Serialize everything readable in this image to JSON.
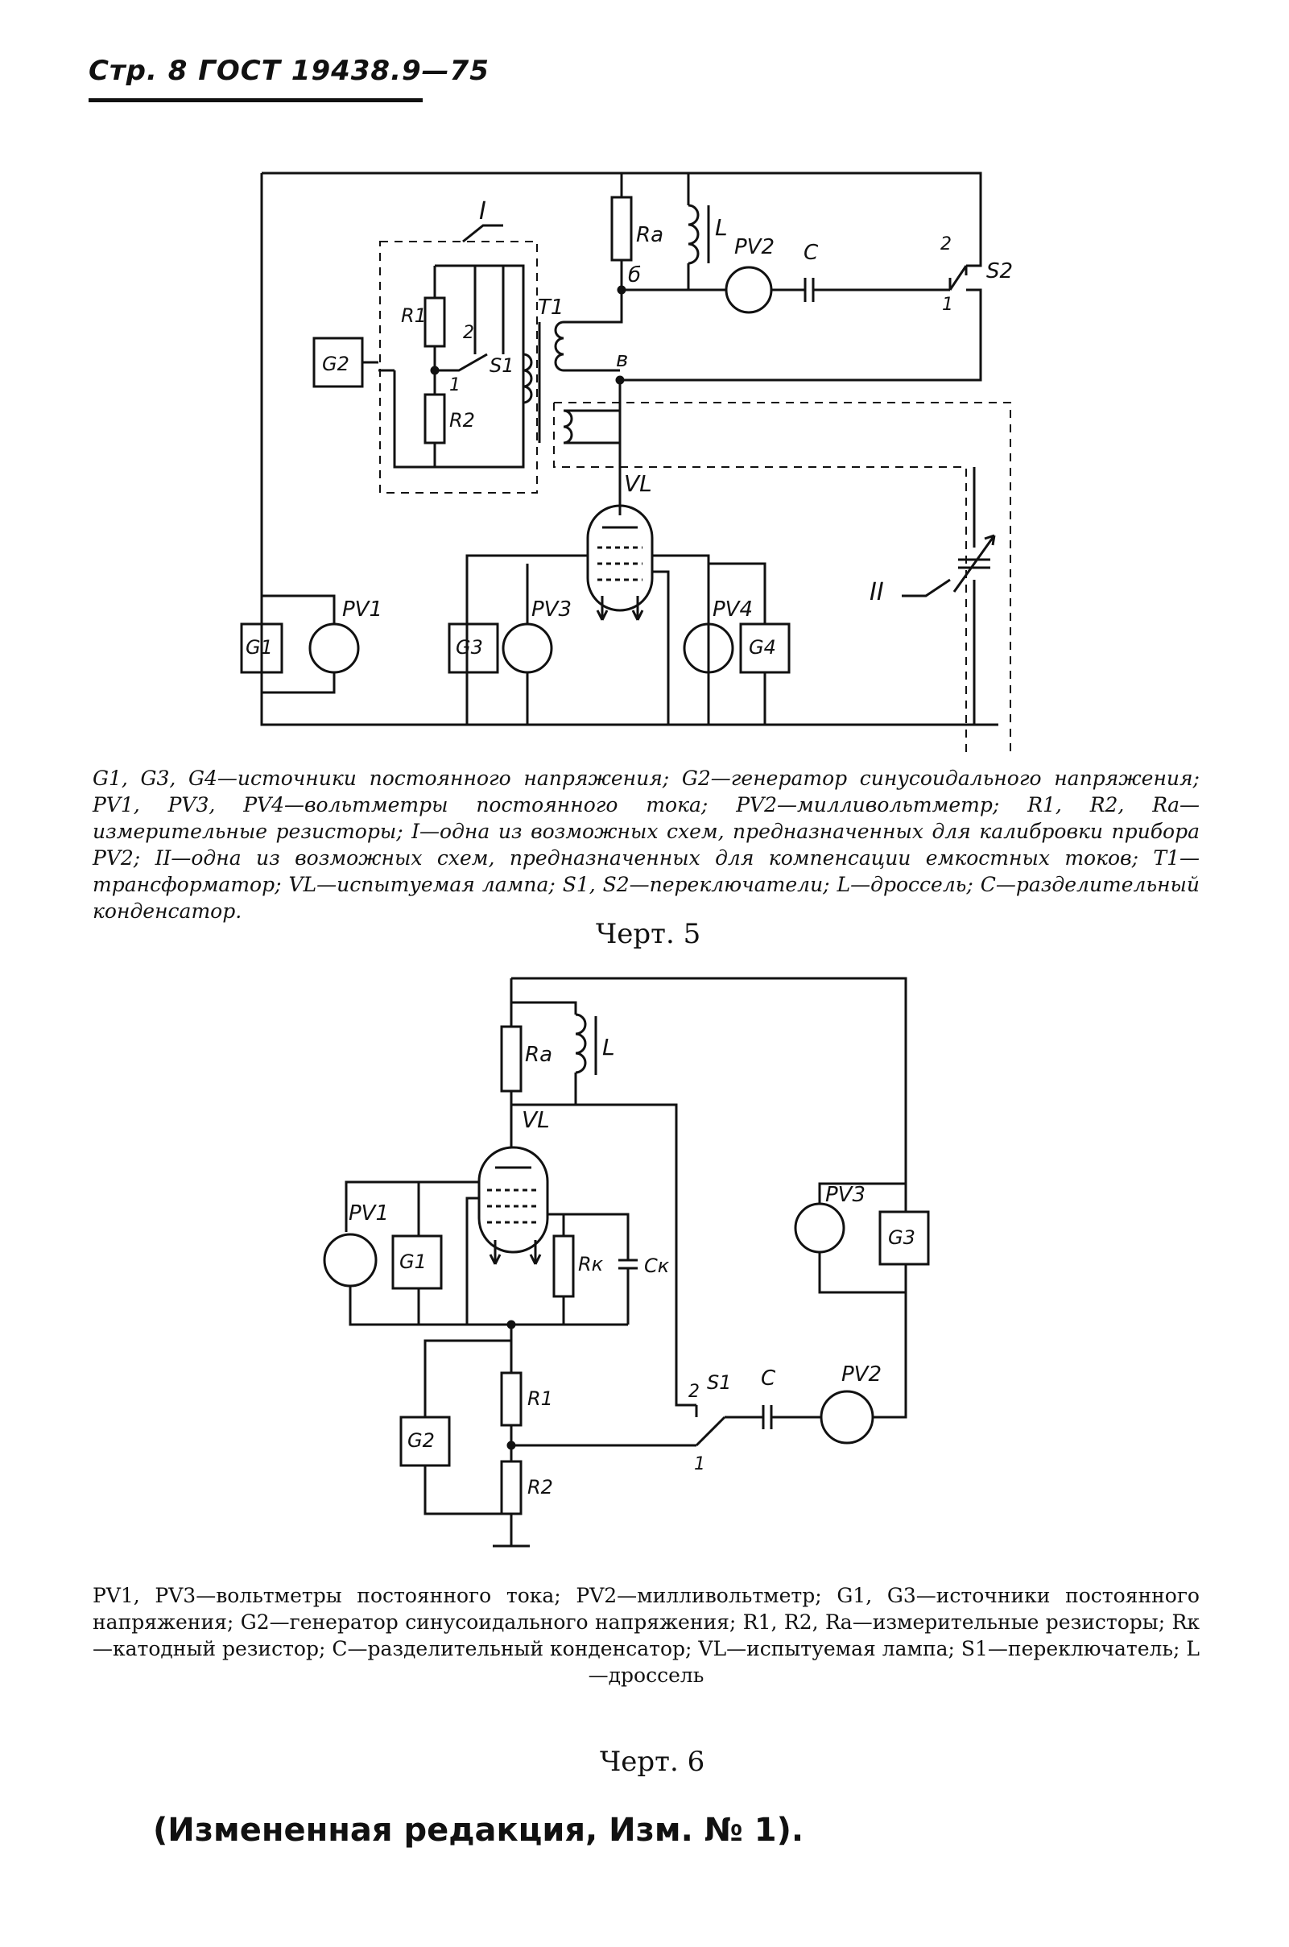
{
  "header": {
    "text": "Стр. 8 ГОСТ 19438.9—75"
  },
  "figure5": {
    "labels": {
      "block_one": "I",
      "block_two": "II",
      "g1": "G1",
      "g2": "G2",
      "g3": "G3",
      "g4": "G4",
      "pv1": "PV1",
      "pv2": "PV2",
      "pv3": "PV3",
      "pv4": "PV4",
      "r1": "R1",
      "r2": "R2",
      "ra": "Ra",
      "l": "L",
      "c": "C",
      "t1": "T1",
      "s1": "S1",
      "s2": "S2",
      "vl": "VL",
      "node_b": "б",
      "node_v": "в",
      "s1_pos1": "1",
      "s1_pos2": "2",
      "s2_pos1": "1",
      "s2_pos2": "2"
    },
    "caption": "G1, G3, G4—источники постоянного напряжения; G2—генератор синусоидального напряжения; PV1, PV3, PV4—вольтметры постоянного тока; PV2—милливольтметр; R1, R2, Rа—измерительные резисторы; I—одна из возможных схем, предназначенных для калибровки прибора PV2; II—одна из возможных схем, предназначенных для компенсации емкостных токов; T1—трансформатор; VL—испытуемая лампа; S1, S2—переключатели; L—дроссель; C—разделительный конденсатор.",
    "title": "Черт. 5"
  },
  "figure6": {
    "labels": {
      "g1": "G1",
      "g2": "G2",
      "g3": "G3",
      "pv1": "PV1",
      "pv2": "PV2",
      "pv3": "PV3",
      "r1": "R1",
      "r2": "R2",
      "ra": "Ra",
      "rk": "Rк",
      "ck": "Cк",
      "l": "L",
      "c": "C",
      "s1": "S1",
      "vl": "VL",
      "s1_pos1": "1",
      "s1_pos2": "2"
    },
    "caption": "PV1, PV3—вольтметры постоянного тока; PV2—милливольтметр; G1, G3—источники постоянного напряжения; G2—генератор синусоидального напряжения; R1, R2, Rа—измерительные резисторы; Rк—катодный резистор; C—разделительный конденсатор; VL—испытуемая лампа; S1—переключатель; L—дроссель",
    "title": "Черт. 6"
  },
  "footer": {
    "revision_note": "(Измененная редакция, Изм. № 1)."
  }
}
